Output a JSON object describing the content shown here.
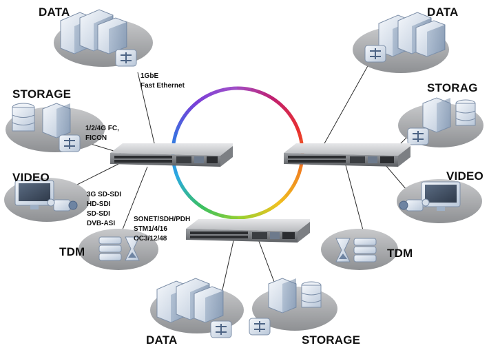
{
  "sites": {
    "top_left": {
      "data_label": "DATA",
      "storage_label": "STORAGE",
      "video_label": "VIDEO",
      "tdm_label": "TDM"
    },
    "top_right": {
      "data_label": "DATA",
      "storage_label": "STORAG",
      "video_label": "VIDEO",
      "tdm_label": "TDM"
    },
    "bottom": {
      "data_label": "DATA",
      "storage_label": "STORAGE"
    }
  },
  "interfaces": {
    "ethernet": [
      "1GbE",
      "Fast Ethernet"
    ],
    "fibre_channel": [
      "1/2/4G FC,",
      "FICON"
    ],
    "video": [
      "3G SD-SDI",
      "HD-SDI",
      "SD-SDI",
      "DVB-ASI"
    ],
    "sonet": [
      "SONET/SDH/PDH",
      "STM1/4/16",
      "OC3/12/48"
    ]
  },
  "ring": {
    "colors": [
      "#a050c8",
      "#7a3fd8",
      "#3b6fe0",
      "#2aa9e0",
      "#3cc060",
      "#9ad030",
      "#f0c020",
      "#f08020",
      "#e83030",
      "#c02070",
      "#a050c8"
    ]
  },
  "icons": [
    "server-cluster-icon",
    "switch-icon",
    "storage-array-icon",
    "monitor-icon",
    "camera-icon",
    "hourglass-icon",
    "multiplexer-chassis-icon"
  ]
}
